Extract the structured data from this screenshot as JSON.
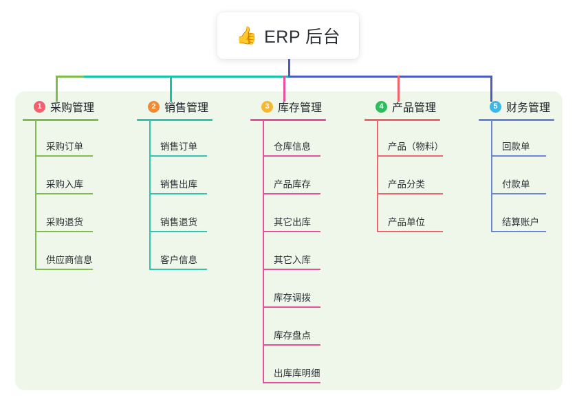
{
  "root": {
    "icon": "thumbs-up-icon",
    "emoji": "👍",
    "title": "ERP 后台"
  },
  "panel": {
    "background": "#eef7ea"
  },
  "connector_colors": {
    "stem": "#4a5bc4",
    "bus_left": "#15c4a8",
    "bus_right": "#4a5bc4",
    "bus_green": "#7fbb4e",
    "drop_1": "#7fbb4e",
    "drop_2": "#15c4a8",
    "drop_3": "#e8509e",
    "drop_4": "#f4626c",
    "drop_5": "#4a5bc4"
  },
  "columns": [
    {
      "index": "1",
      "title": "采购管理",
      "badge_color": "#f4606e",
      "line_color": "#7fbb4e",
      "rule_width": 110,
      "leaf_rule_width": 84,
      "items": [
        {
          "label": "采购订单"
        },
        {
          "label": "采购入库"
        },
        {
          "label": "采购退货"
        },
        {
          "label": "供应商信息"
        }
      ]
    },
    {
      "index": "2",
      "title": "销售管理",
      "badge_color": "#f08b33",
      "line_color": "#2fc4b2",
      "rule_width": 110,
      "leaf_rule_width": 84,
      "items": [
        {
          "label": "销售订单"
        },
        {
          "label": "销售出库"
        },
        {
          "label": "销售退货"
        },
        {
          "label": "客户信息"
        }
      ]
    },
    {
      "index": "3",
      "title": "库存管理",
      "badge_color": "#f5b731",
      "line_color": "#e8509e",
      "rule_width": 110,
      "leaf_rule_width": 84,
      "items": [
        {
          "label": "仓库信息"
        },
        {
          "label": "产品库存"
        },
        {
          "label": "其它出库"
        },
        {
          "label": "其它入库"
        },
        {
          "label": "库存调拨"
        },
        {
          "label": "库存盘点"
        },
        {
          "label": "出库库明细"
        }
      ]
    },
    {
      "index": "4",
      "title": "产品管理",
      "badge_color": "#2ebd5e",
      "line_color": "#f4626c",
      "rule_width": 110,
      "leaf_rule_width": 96,
      "items": [
        {
          "label": "产品（物料）"
        },
        {
          "label": "产品分类"
        },
        {
          "label": "产品单位"
        }
      ]
    },
    {
      "index": "5",
      "title": "财务管理",
      "badge_color": "#3cb7e8",
      "line_color": "#6a86d8",
      "rule_width": 110,
      "leaf_rule_width": 80,
      "items": [
        {
          "label": "回款单"
        },
        {
          "label": "付款单"
        },
        {
          "label": "结算账户"
        }
      ]
    }
  ]
}
